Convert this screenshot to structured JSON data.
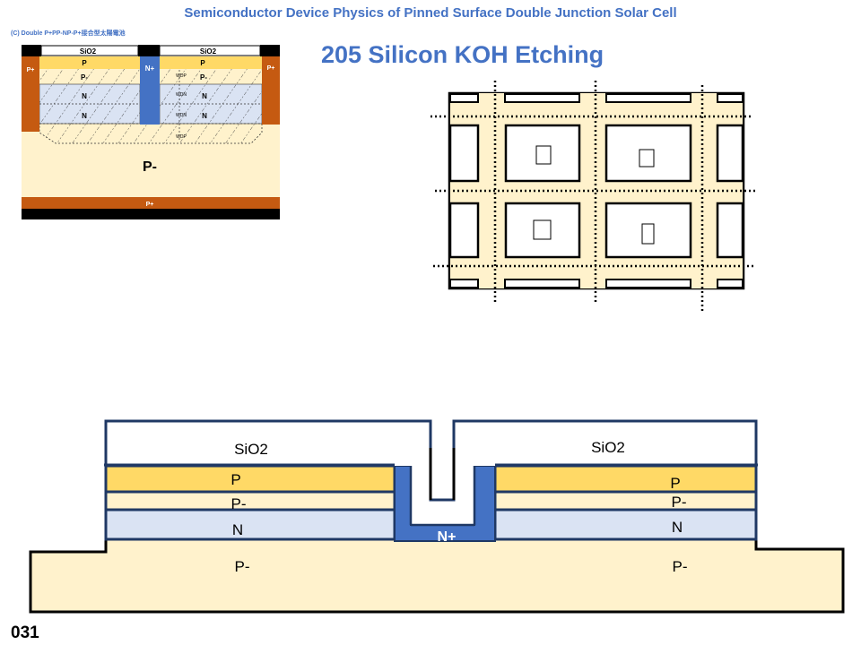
{
  "header": {
    "title": "Semiconductor Device Physics of Pinned Surface Double Junction Solar Cell"
  },
  "slide": {
    "title": "205  Silicon KOH Etching",
    "page_number": "031"
  },
  "reference_diagram": {
    "caption": "(C)  Double P+PP-NP-P+接合型太陽電池",
    "labels": {
      "sio2_left": "SiO2",
      "sio2_right": "SiO2",
      "p_left": "P",
      "p_right": "P",
      "p_minus_left": "P-",
      "p_minus_right": "P-",
      "n_upper_left": "N",
      "n_lower_left": "N",
      "n_upper_right": "N",
      "n_lower_right": "N",
      "n_plus": "N+",
      "p_plus_left": "P+",
      "p_plus_right": "P+",
      "p_plus_bottom": "P+",
      "substrate": "P-",
      "wdp_top": "WDP",
      "wdn_upper": "WDN",
      "wdn_lower": "WDN",
      "wdp_bottom": "WDP"
    }
  },
  "cross_section": {
    "labels": {
      "sio2_left": "SiO2",
      "sio2_right": "SiO2",
      "p_left": "P",
      "p_right": "P",
      "p_minus_left": "P-",
      "p_minus_right": "P-",
      "n_left": "N",
      "n_right": "N",
      "n_plus": "N+",
      "substrate_left": "P-",
      "substrate_right": "P-"
    }
  },
  "colors": {
    "title_blue": "#4472c4",
    "p_layer": "#ffd966",
    "p_minus_layer": "#fff2cc",
    "n_layer": "#dae3f3",
    "n_plus": "#4472c4",
    "p_plus": "#c55a11",
    "outline": "#1f3864"
  }
}
